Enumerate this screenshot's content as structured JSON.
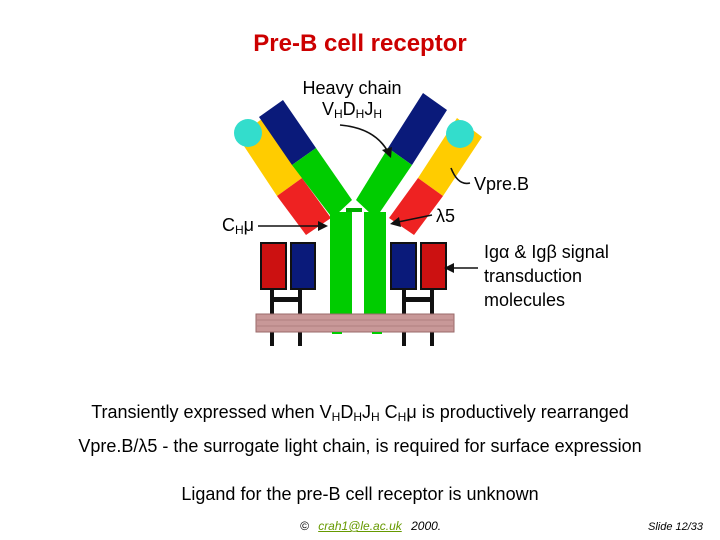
{
  "title": "Pre-B cell receptor",
  "labels": {
    "heavy_chain_line1": "Heavy chain",
    "heavy_chain_v": "V",
    "heavy_chain_d": "D",
    "heavy_chain_j": "J",
    "sub_h": "H",
    "vpreb": "Vpre.B",
    "lambda5": "λ5",
    "ch_c": "C",
    "mu": "μ",
    "ig_line1": "Igα & Igβ signal",
    "ig_line2": "transduction",
    "ig_line3": "molecules"
  },
  "statements": {
    "line1_prefix": "Transiently expressed when V",
    "line1_d": "D",
    "line1_j": "J",
    "line1_c": " C",
    "line1_suffix": "μ is productively rearranged",
    "line2": "Vpre.B/λ5 - the surrogate light chain, is required for surface expression",
    "line3": "Ligand for the pre-B cell receptor is unknown"
  },
  "footer": {
    "copyright": "©",
    "email": "crah1@le.ac.uk",
    "year": "2000.",
    "slide": "Slide 12/33"
  },
  "colors": {
    "title": "#cc0000",
    "heavy_green": "#00cc00",
    "variable_navy": "#0a1a7a",
    "vpreb_yellow": "#ffcc00",
    "lambda_red": "#ee2222",
    "cyan_tip": "#33ddcc",
    "membrane": "#c89898"
  }
}
